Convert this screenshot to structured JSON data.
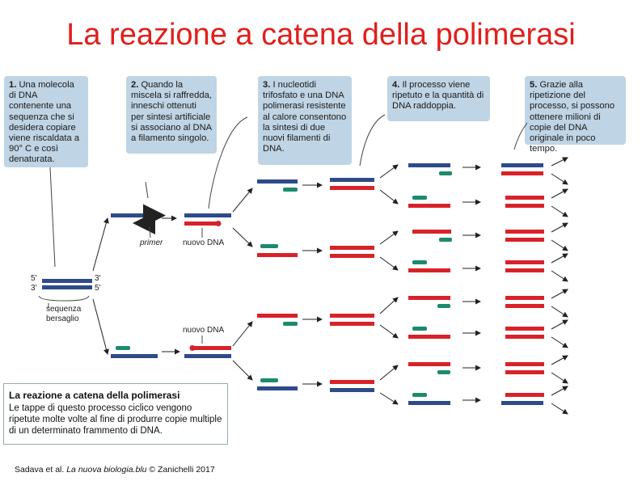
{
  "title": "La reazione a catena della polimerasi",
  "steps": [
    {
      "num": "1.",
      "text": "Una molecola di DNA contenente una sequenza che si desidera copiare viene riscaldata a 90° C e così denaturata."
    },
    {
      "num": "2.",
      "text": "Quando la miscela si raffredda, inneschi ottenuti per sintesi artificiale si associano al DNA a filamento singolo."
    },
    {
      "num": "3.",
      "text": "I nucleotidi trifosfato e una DNA polimerasi resistente al calore consentono la sintesi di due nuovi filamenti di DNA."
    },
    {
      "num": "4.",
      "text": "Il processo viene ripetuto e la quantità di DNA raddoppia."
    },
    {
      "num": "5.",
      "text": "Grazie alla ripetizione del processo, si possono ottenere milioni di copie del DNA originale in poco tempo."
    }
  ],
  "labels": {
    "five_prime": "5'",
    "three_prime": "3'",
    "target": "sequenza bersaglio",
    "primer": "primer",
    "new_dna": "nuovo DNA"
  },
  "caption": {
    "title": "La reazione a catena della polimerasi",
    "text": "Le tappe di questo processo ciclico vengono ripetute molte volte al fine di produrre copie multiple di un determinato frammento di DNA."
  },
  "credit": {
    "authors": "Sadava et al.",
    "book": "La nuova biologia.blu",
    "publisher": "© Zanichelli 2017"
  },
  "colors": {
    "title": "#e0201c",
    "blue_strand": "#2e4a8a",
    "red_strand": "#d8222a",
    "primer": "#1d8a6e",
    "box": "#bfd4e4"
  }
}
